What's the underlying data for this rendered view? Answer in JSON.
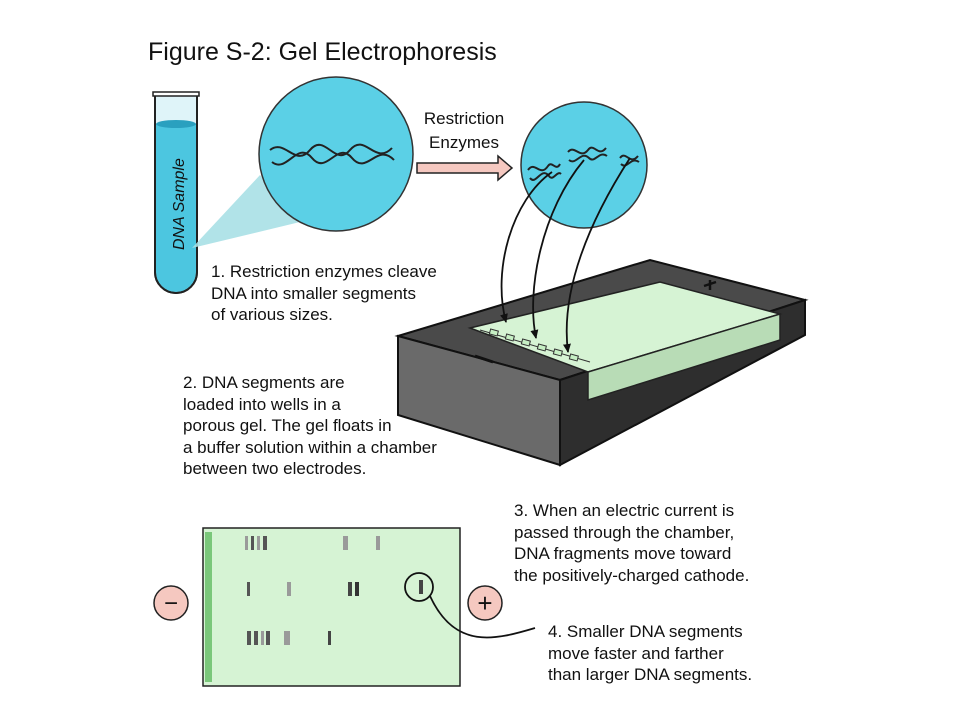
{
  "title": "Figure S-2: Gel Electrophoresis",
  "tube_label": "DNA Sample",
  "arrow_label": [
    "Restriction",
    "Enzymes"
  ],
  "step1": [
    "1. Restriction enzymes cleave",
    "DNA into smaller segments",
    "of various sizes."
  ],
  "step2": [
    "2. DNA segments are",
    "loaded into wells in a",
    "porous gel.  The gel floats in",
    "a buffer solution within a chamber",
    "between two electrodes."
  ],
  "step3": [
    "3. When an electric current is",
    "passed through the chamber,",
    "DNA fragments move toward",
    "the positively-charged cathode."
  ],
  "step4": [
    "4. Smaller DNA segments",
    "move faster and farther",
    "than larger DNA segments."
  ],
  "electrodes": {
    "negative": "−",
    "positive": "+"
  },
  "colors": {
    "circle": "#5bd0e6",
    "gel": "#d6f3d4",
    "tray": "#555555",
    "electrode_fill": "#f5c8c0"
  }
}
